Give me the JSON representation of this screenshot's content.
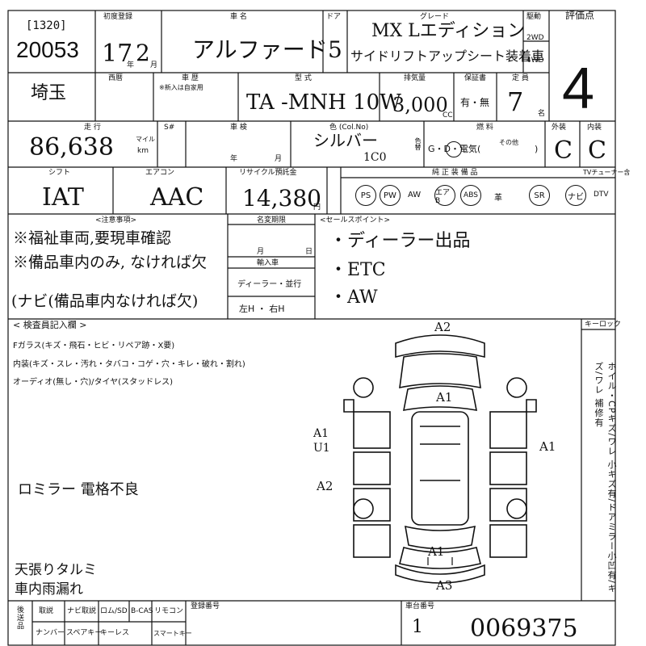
{
  "header": {
    "lot_label": "[1320]",
    "lot_number": "20053",
    "reg_label": "初度登録",
    "reg_year": "17",
    "reg_month": "2",
    "nen": "年",
    "tsuki": "月",
    "model_label": "車 名",
    "model_name": "アルファード",
    "door_label": "ドア",
    "doors": "5",
    "grade_label": "グレード",
    "grade_line1": "MX Lエディション",
    "grade_line2": "サイドリフトアップシート装着車",
    "drive_label": "駆動",
    "drive_2wd": "2WD",
    "drive_4wd": "4WD",
    "score_label": "評価点",
    "score": "4"
  },
  "row2": {
    "area": "埼玉",
    "nishi_label": "西暦",
    "history_label": "車 歴",
    "history_sub": "※新入は自家用",
    "type_label": "型 式",
    "type_value": "TA -MNH 10W",
    "cc_label": "排気量",
    "cc_value": "3,000",
    "cc_unit": "CC",
    "warranty_label": "保証書",
    "warranty_value": "有・無",
    "capacity_label": "定 員",
    "capacity_value": "7",
    "capacity_unit": "名"
  },
  "row3": {
    "mileage_label": "走 行",
    "mileage_value": "86,638",
    "mileage_unit": "km",
    "mileage_sub": "マイル",
    "s_label": "S#",
    "inspection_label": "車 検",
    "inspection_year": "年",
    "inspection_month": "月",
    "color_label": "色 (Col.No)",
    "color_value": "シルバー",
    "color_no": "1C0",
    "color_change": "色替",
    "fuel_label": "燃 料",
    "fuel_value": "G・D・電気(",
    "fuel_other": "その他",
    "fuel_close": ")",
    "ext_label": "外装",
    "ext_value": "C",
    "int_label": "内装",
    "int_value": "C"
  },
  "row4": {
    "shift_label": "シフト",
    "shift_value": "IAT",
    "aircon_label": "エアコン",
    "aircon_value": "AAC",
    "recycle_label": "リサイクル預託金",
    "recycle_value": "14,380",
    "recycle_unit": "円",
    "equip_label": "純 正 装 備 品",
    "equip": [
      "PS",
      "PW",
      "AW",
      "エアB",
      "ABS",
      "革",
      "SR",
      "ナビ",
      "DTV"
    ],
    "equip_circled": [
      true,
      true,
      false,
      true,
      true,
      false,
      true,
      true,
      false
    ],
    "tv_label": "TVチューナー含"
  },
  "notes": {
    "caution_label": "<注意事項>",
    "caution_lines": [
      "※福祉車両,要現車確認",
      "※備品車内のみ, なければ欠",
      "(ナビ(備品車内なければ欠)"
    ],
    "expiry_label": "名変期限",
    "expiry_month": "月",
    "expiry_day": "日",
    "entry_label": "輸入車",
    "dealer": "ディーラー・並行",
    "steer": "左H ・ 右H",
    "sales_label": "<セールスポイント>",
    "sales_points": [
      "・ディーラー出品",
      "・ETC",
      "・AW"
    ]
  },
  "inspector": {
    "title": "< 検査員記入欄 >",
    "glass": "Fガラス(キズ・飛石・ヒビ・リペア跡・X要)",
    "interior": "内装(キズ・スレ・汚れ・タバコ・コゲ・穴・キレ・破れ・割れ)",
    "audio": "オーディオ(無し・穴)/タイヤ(スタッドレス)",
    "note1": "ロミラー 電格不良",
    "note2_line1": "天張りタルミ",
    "note2_line2": "車内雨漏れ",
    "keylock": "キーロック",
    "side_text": "ホイル・CPキズ/ワレ 小キズ有/ドアミラー小凹有/キズ/ワレ 補修有"
  },
  "diagram": {
    "marks": [
      "A2",
      "A1",
      "A1",
      "U1",
      "A1",
      "A2",
      "A1",
      "A3"
    ]
  },
  "footer": {
    "label_a": "後送品",
    "items_row1": [
      "取説",
      "ナビ取説",
      "ロム/SD",
      "B-CAS",
      "リモコン"
    ],
    "items_row2": [
      "ナンバー",
      "スペアキー",
      "キーレス",
      "スマートキー"
    ],
    "reg_no_label": "登録番号",
    "frame_label": "車台番号",
    "frame_prefix": "1",
    "frame_number": "0069375"
  }
}
